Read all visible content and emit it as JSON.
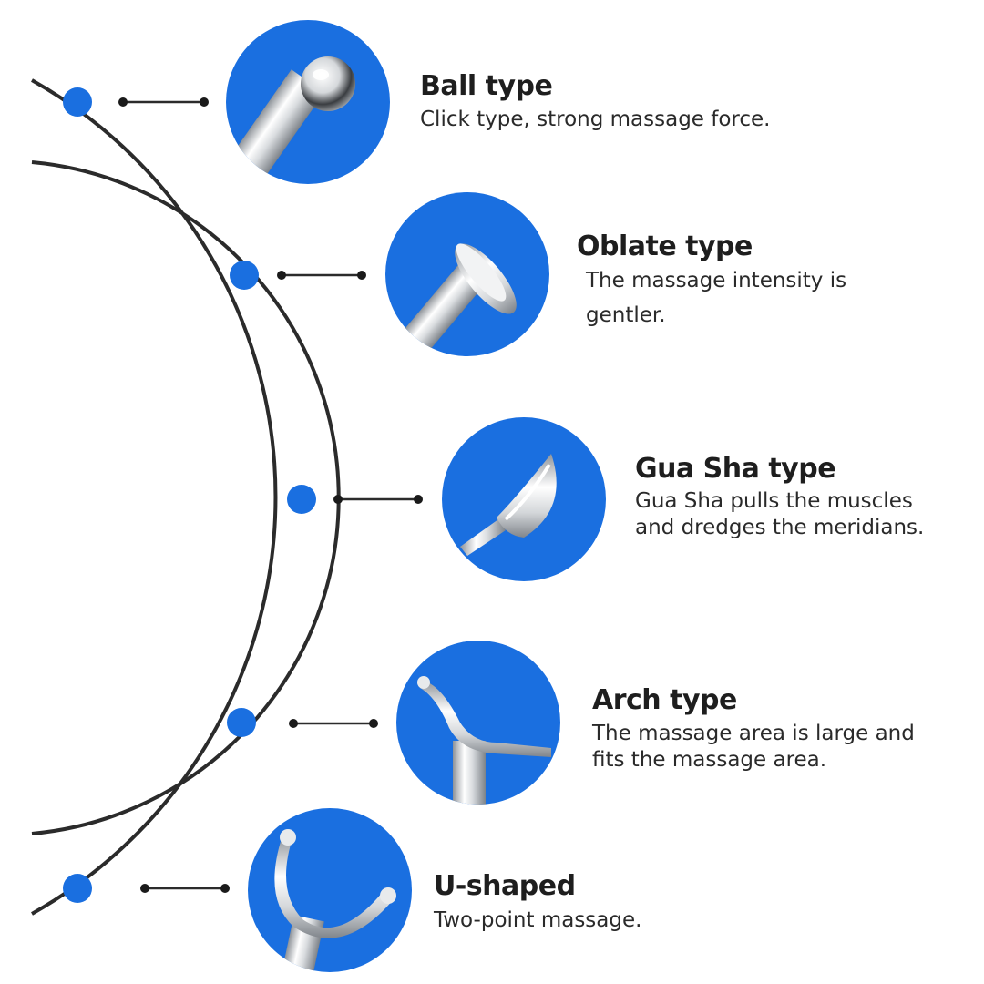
{
  "accent_color": "#1a6fe0",
  "items": [
    {
      "title": "Ball type",
      "desc": [
        "Click type, strong massage force."
      ],
      "icon": "ball-head-icon"
    },
    {
      "title": "Oblate type",
      "desc": [
        "The massage intensity is",
        "gentler."
      ],
      "icon": "oblate-head-icon"
    },
    {
      "title": "Gua Sha type",
      "desc": [
        "Gua Sha pulls the muscles",
        "and dredges the meridians."
      ],
      "icon": "gua-sha-head-icon"
    },
    {
      "title": "Arch type",
      "desc": [
        "The massage area is large and",
        "fits the massage area."
      ],
      "icon": "arch-head-icon"
    },
    {
      "title": "U-shaped",
      "desc": [
        "Two-point massage."
      ],
      "icon": "u-shaped-head-icon"
    }
  ]
}
